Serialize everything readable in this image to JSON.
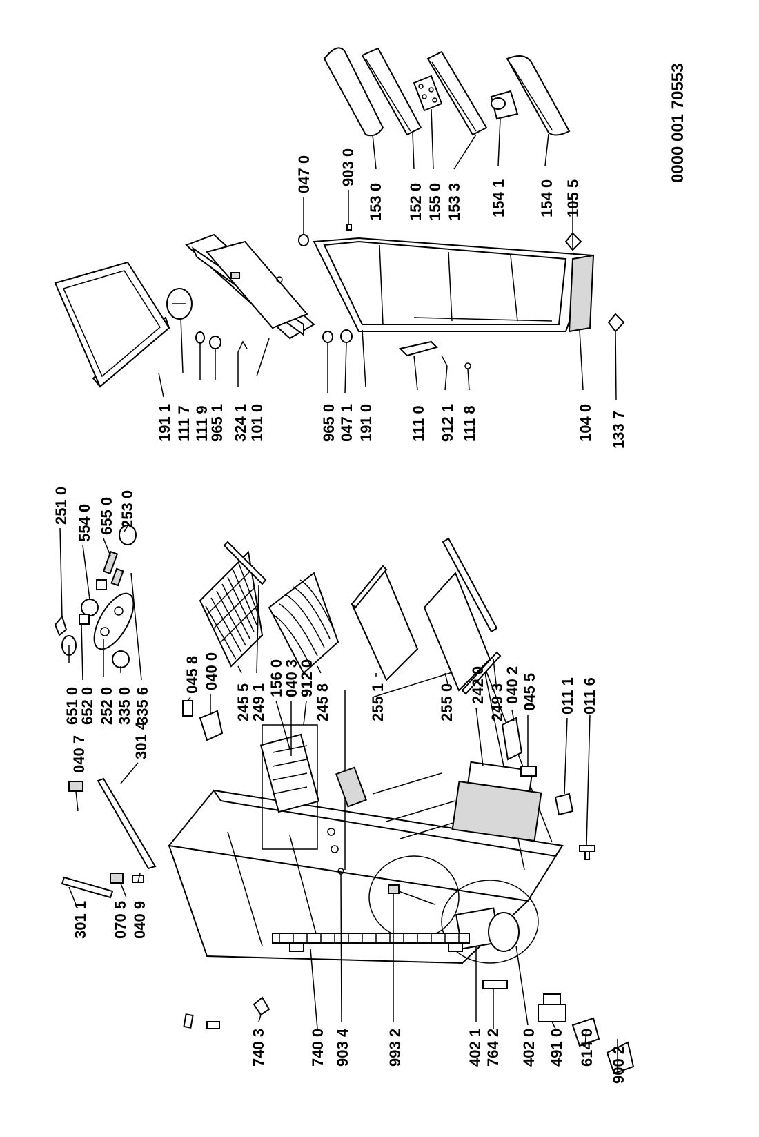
{
  "diagram": {
    "reference_code": "0000 001 70553",
    "labels": [
      {
        "id": "p3011",
        "text": "301 1"
      },
      {
        "id": "p0705",
        "text": "070 5"
      },
      {
        "id": "p0409",
        "text": "040 9"
      },
      {
        "id": "p0407",
        "text": "040 7"
      },
      {
        "id": "p3014",
        "text": "301 4"
      },
      {
        "id": "p6510",
        "text": "651 0"
      },
      {
        "id": "p6520",
        "text": "652 0"
      },
      {
        "id": "p2520",
        "text": "252 0"
      },
      {
        "id": "p3350",
        "text": "335 0"
      },
      {
        "id": "p3356",
        "text": "335 6"
      },
      {
        "id": "p2510",
        "text": "251 0"
      },
      {
        "id": "p5540",
        "text": "554 0"
      },
      {
        "id": "p6550",
        "text": "655 0"
      },
      {
        "id": "p2530",
        "text": "253 0"
      },
      {
        "id": "p0458",
        "text": "045 8"
      },
      {
        "id": "p0400",
        "text": "040 0"
      },
      {
        "id": "p2455",
        "text": "245 5"
      },
      {
        "id": "p2491",
        "text": "249 1"
      },
      {
        "id": "p1560",
        "text": "156 0"
      },
      {
        "id": "p0403",
        "text": "040 3"
      },
      {
        "id": "p9120",
        "text": "912 0"
      },
      {
        "id": "p2458",
        "text": "245 8"
      },
      {
        "id": "p2551",
        "text": "255 1"
      },
      {
        "id": "p2550",
        "text": "255 0"
      },
      {
        "id": "p2420",
        "text": "242 0"
      },
      {
        "id": "p2493",
        "text": "249 3"
      },
      {
        "id": "p0402",
        "text": "040 2"
      },
      {
        "id": "p0455",
        "text": "045 5"
      },
      {
        "id": "p0111",
        "text": "011 1"
      },
      {
        "id": "p0116",
        "text": "011 6"
      },
      {
        "id": "p7403",
        "text": "740 3"
      },
      {
        "id": "p7400",
        "text": "740 0"
      },
      {
        "id": "p9034",
        "text": "903 4"
      },
      {
        "id": "p9932",
        "text": "993 2"
      },
      {
        "id": "p4021",
        "text": "402 1"
      },
      {
        "id": "p7642",
        "text": "764 2"
      },
      {
        "id": "p4020",
        "text": "402 0"
      },
      {
        "id": "p4910",
        "text": "491 0"
      },
      {
        "id": "p6140",
        "text": "614 0"
      },
      {
        "id": "p9002",
        "text": "900 2"
      },
      {
        "id": "p1911",
        "text": "191 1"
      },
      {
        "id": "p1117",
        "text": "111 7"
      },
      {
        "id": "p1119",
        "text": "111 9"
      },
      {
        "id": "p9651",
        "text": "965 1"
      },
      {
        "id": "p3241",
        "text": "324 1"
      },
      {
        "id": "p1010",
        "text": "101 0"
      },
      {
        "id": "p9650",
        "text": "965 0"
      },
      {
        "id": "p0471",
        "text": "047 1"
      },
      {
        "id": "p1910",
        "text": "191 0"
      },
      {
        "id": "p1110",
        "text": "111 0"
      },
      {
        "id": "p9121",
        "text": "912 1"
      },
      {
        "id": "p1118",
        "text": "111 8"
      },
      {
        "id": "p1040",
        "text": "104 0"
      },
      {
        "id": "p1337",
        "text": "133 7"
      },
      {
        "id": "p0470",
        "text": "047 0"
      },
      {
        "id": "p9030",
        "text": "903 0"
      },
      {
        "id": "p1530",
        "text": "153 0"
      },
      {
        "id": "p1520",
        "text": "152 0"
      },
      {
        "id": "p1550",
        "text": "155 0"
      },
      {
        "id": "p1533",
        "text": "153 3"
      },
      {
        "id": "p1541",
        "text": "154 1"
      },
      {
        "id": "p1540",
        "text": "154 0"
      },
      {
        "id": "p1055",
        "text": "105 5"
      }
    ]
  }
}
